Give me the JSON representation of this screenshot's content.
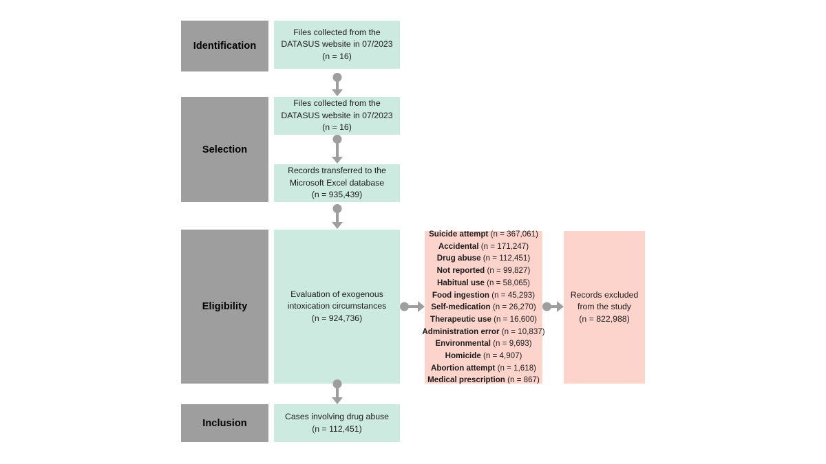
{
  "diagram": {
    "type": "prisma-flow-diagram",
    "colors": {
      "stage_box": "#9e9e9e",
      "included_box": "#cdeae0",
      "excluded_box": "#fcd4cc",
      "connector": "#9e9e9e",
      "text": "#1b1b1b",
      "background": "#ffffff"
    },
    "stages": [
      {
        "id": "identification",
        "label": "Identification"
      },
      {
        "id": "selection",
        "label": "Selection"
      },
      {
        "id": "eligibility",
        "label": "Eligibility"
      },
      {
        "id": "inclusion",
        "label": "Inclusion"
      }
    ],
    "nodes": {
      "identification_files": {
        "line1": "Files collected from the",
        "line2": "DATASUS website in 07/2023",
        "line3": "(n = 16)"
      },
      "selection_files": {
        "line1": "Files collected from the",
        "line2": "DATASUS website in 07/2023",
        "line3": "(n = 16)"
      },
      "selection_records": {
        "line1": "Records transferred to the",
        "line2": "Microsoft Excel database",
        "line3": "(n = 935,439)"
      },
      "eligibility_evaluation": {
        "line1": "Evaluation of exogenous",
        "line2": "intoxication circumstances",
        "line3": "(n = 924,736)"
      },
      "records_excluded": {
        "line1": "Records excluded",
        "line2": "from the study",
        "line3": "(n =  822,988)"
      },
      "inclusion_cases": {
        "line1": "Cases involving drug abuse",
        "line2": "(n = 112,451)"
      }
    },
    "exclusion_reasons": [
      {
        "label": "Suicide attempt",
        "count": "(n = 367,061)"
      },
      {
        "label": "Accidental",
        "count": "(n = 171,247)"
      },
      {
        "label": "Drug abuse",
        "count": "(n = 112,451)"
      },
      {
        "label": "Not reported",
        "count": "(n = 99,827)"
      },
      {
        "label": "Habitual use",
        "count": "(n = 58,065)"
      },
      {
        "label": "Food ingestion",
        "count": "(n = 45,293)"
      },
      {
        "label": "Self-medication",
        "count": "(n = 26,270)"
      },
      {
        "label": "Therapeutic use",
        "count": "(n = 16,600)"
      },
      {
        "label": "Administration error",
        "count": "(n = 10,837)"
      },
      {
        "label": "Environmental",
        "count": "(n = 9,693)"
      },
      {
        "label": "Homicide",
        "count": "(n = 4,907)"
      },
      {
        "label": "Abortion attempt",
        "count": "(n = 1,618)"
      },
      {
        "label": "Medical prescription",
        "count": "(n = 867)"
      }
    ],
    "connectors": [
      {
        "id": "identification-to-selection",
        "direction": "down"
      },
      {
        "id": "selection-files-to-records",
        "direction": "down"
      },
      {
        "id": "selection-to-eligibility",
        "direction": "down"
      },
      {
        "id": "eligibility-to-exclusion-list",
        "direction": "right"
      },
      {
        "id": "exclusion-list-to-records-excluded",
        "direction": "right"
      },
      {
        "id": "eligibility-to-inclusion",
        "direction": "down"
      }
    ]
  }
}
